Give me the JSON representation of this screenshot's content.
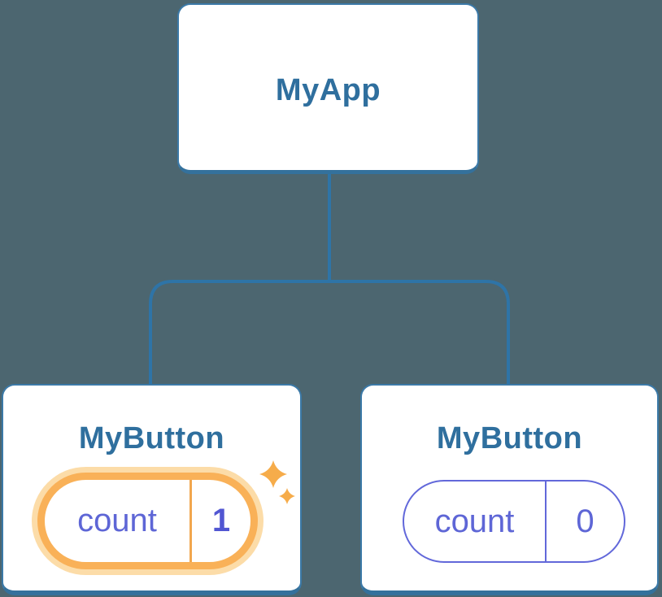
{
  "diagram": {
    "description": "React component tree with state",
    "background_color": "#4C6670",
    "connector_color": "#2E74A7",
    "node_border_color": "#34719C",
    "node_title_color": "#2F6F9E",
    "state_text_color": "#5E66D6",
    "highlight_border_color": "#F9B158",
    "highlight_glow_color": "#FCDCA8",
    "sparkle_color": "#F6AC4A",
    "root": {
      "label": "MyApp"
    },
    "children": [
      {
        "label": "MyButton",
        "highlighted": true,
        "state": {
          "key": "count",
          "value": "1"
        }
      },
      {
        "label": "MyButton",
        "highlighted": false,
        "state": {
          "key": "count",
          "value": "0"
        }
      }
    ]
  }
}
